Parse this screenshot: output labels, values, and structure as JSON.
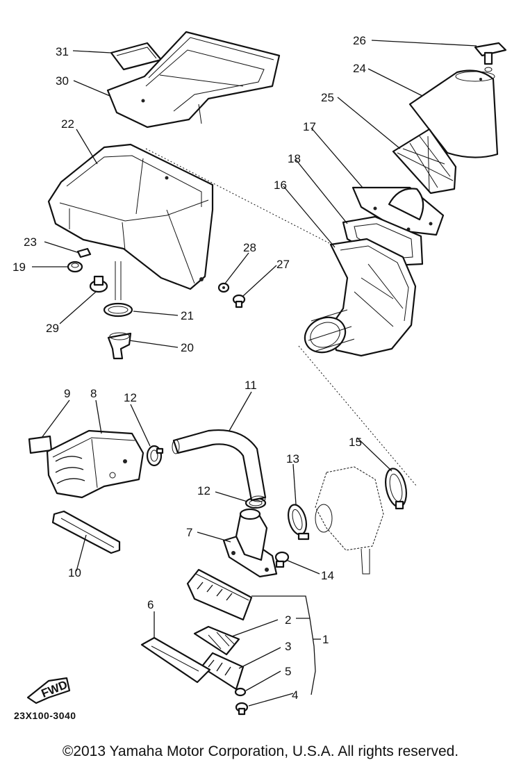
{
  "diagram": {
    "catalog_code": "23X100-3040",
    "fwd_badge": "FWD",
    "callouts": [
      {
        "id": "c31",
        "label": "31"
      },
      {
        "id": "c30",
        "label": "30"
      },
      {
        "id": "c22",
        "label": "22"
      },
      {
        "id": "c23",
        "label": "23"
      },
      {
        "id": "c19",
        "label": "19"
      },
      {
        "id": "c29",
        "label": "29"
      },
      {
        "id": "c21",
        "label": "21"
      },
      {
        "id": "c20",
        "label": "20"
      },
      {
        "id": "c28",
        "label": "28"
      },
      {
        "id": "c27",
        "label": "27"
      },
      {
        "id": "c26",
        "label": "26"
      },
      {
        "id": "c24",
        "label": "24"
      },
      {
        "id": "c25",
        "label": "25"
      },
      {
        "id": "c17",
        "label": "17"
      },
      {
        "id": "c18",
        "label": "18"
      },
      {
        "id": "c16",
        "label": "16"
      },
      {
        "id": "c9",
        "label": "9"
      },
      {
        "id": "c8",
        "label": "8"
      },
      {
        "id": "c12a",
        "label": "12"
      },
      {
        "id": "c11",
        "label": "11"
      },
      {
        "id": "c13",
        "label": "13"
      },
      {
        "id": "c15",
        "label": "15"
      },
      {
        "id": "c12b",
        "label": "12"
      },
      {
        "id": "c7",
        "label": "7"
      },
      {
        "id": "c14",
        "label": "14"
      },
      {
        "id": "c10",
        "label": "10"
      },
      {
        "id": "c6",
        "label": "6"
      },
      {
        "id": "c2",
        "label": "2"
      },
      {
        "id": "c1",
        "label": "1"
      },
      {
        "id": "c3",
        "label": "3"
      },
      {
        "id": "c5",
        "label": "5"
      },
      {
        "id": "c4",
        "label": "4"
      }
    ]
  },
  "footer": {
    "copyright": "©2013 Yamaha Motor Corporation, U.S.A. All rights reserved."
  }
}
